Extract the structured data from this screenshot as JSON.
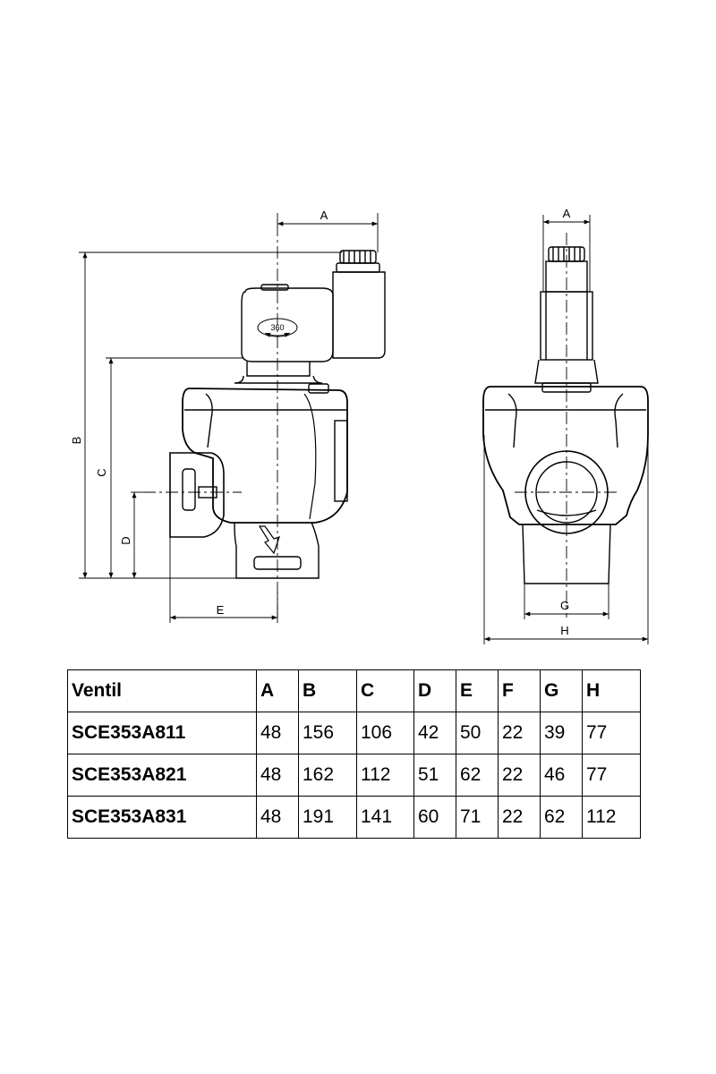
{
  "diagram": {
    "side_view": {
      "dimension_labels": [
        "A",
        "B",
        "C",
        "D",
        "E"
      ],
      "rotation_label": "360"
    },
    "front_view": {
      "dimension_labels": [
        "A",
        "G",
        "H"
      ]
    }
  },
  "table": {
    "headers": [
      "Ventil",
      "A",
      "B",
      "C",
      "D",
      "E",
      "F",
      "G",
      "H"
    ],
    "rows": [
      [
        "SCE353A811",
        "48",
        "156",
        "106",
        "42",
        "50",
        "22",
        "39",
        "77"
      ],
      [
        "SCE353A821",
        "48",
        "162",
        "112",
        "51",
        "62",
        "22",
        "46",
        "77"
      ],
      [
        "SCE353A831",
        "48",
        "191",
        "141",
        "60",
        "71",
        "22",
        "62",
        "112"
      ]
    ]
  }
}
